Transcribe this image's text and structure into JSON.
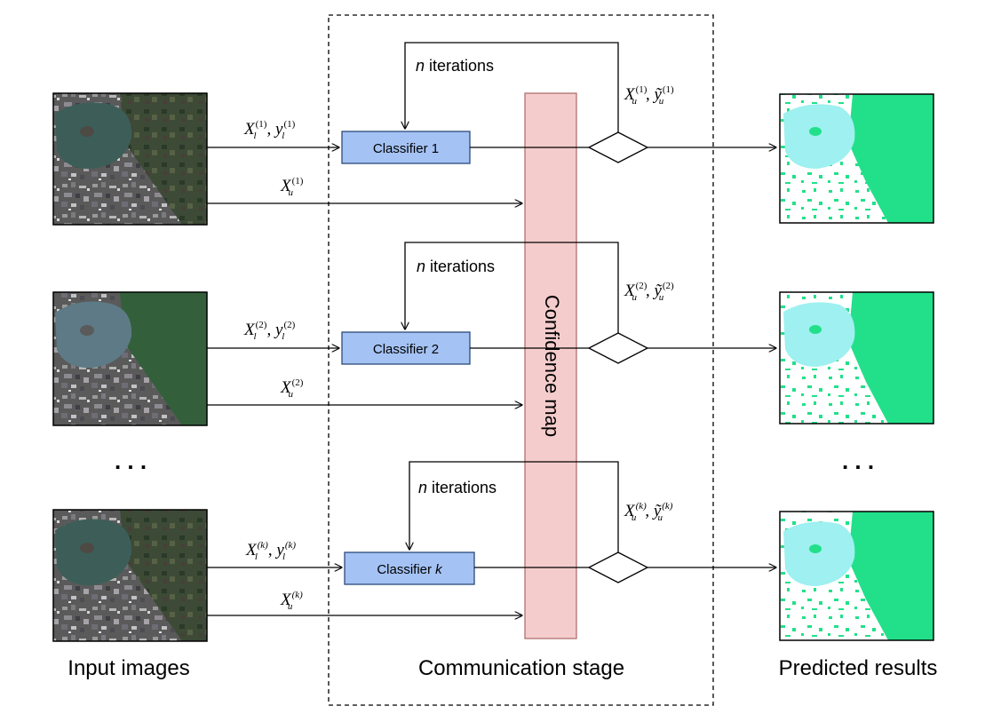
{
  "colors": {
    "classifier_fill": "#a4c2f4",
    "classifier_stroke": "#2b4a7a",
    "confidence_fill": "#f4cccc",
    "confidence_stroke": "#b07070",
    "water": "#9ff0f0",
    "vegetation": "#22e08a",
    "line": "#000000"
  },
  "confidence_map": {
    "label": "Confidence map"
  },
  "ellipses": {
    "left": ". . .",
    "right": ". . ."
  },
  "sections": {
    "input": "Input images",
    "communication": "Communication stage",
    "predicted": "Predicted results"
  },
  "branches": [
    {
      "classifier": {
        "name": "Classifier",
        "index": "1",
        "italic": false
      },
      "iterations": {
        "n": "n",
        "text": " iterations"
      },
      "labeled": {
        "X": "X",
        "l": "l",
        "sup": "(1)",
        "sep": ", ",
        "y": "y"
      },
      "unlabeled": {
        "X": "X",
        "u": "u",
        "sup": "(1)"
      },
      "feedback": {
        "X": "X",
        "u": "u",
        "sup": "(1)",
        "sep": ", ",
        "y": "ỹ"
      }
    },
    {
      "classifier": {
        "name": "Classifier",
        "index": "2",
        "italic": false
      },
      "iterations": {
        "n": "n",
        "text": " iterations"
      },
      "labeled": {
        "X": "X",
        "l": "l",
        "sup": "(2)",
        "sep": ", ",
        "y": "y"
      },
      "unlabeled": {
        "X": "X",
        "u": "u",
        "sup": "(2)"
      },
      "feedback": {
        "X": "X",
        "u": "u",
        "sup": "(2)",
        "sep": ", ",
        "y": "ỹ"
      }
    },
    {
      "classifier": {
        "name": "Classifier",
        "index": "k",
        "italic": true
      },
      "iterations": {
        "n": "n",
        "text": " iterations"
      },
      "labeled": {
        "X": "X",
        "l": "l",
        "sup": "(k)",
        "sep": ", ",
        "y": "y"
      },
      "unlabeled": {
        "X": "X",
        "u": "u",
        "sup": "(k)"
      },
      "feedback": {
        "X": "X",
        "u": "u",
        "sup": "(k)",
        "sep": ", ",
        "y": "ỹ"
      }
    }
  ]
}
